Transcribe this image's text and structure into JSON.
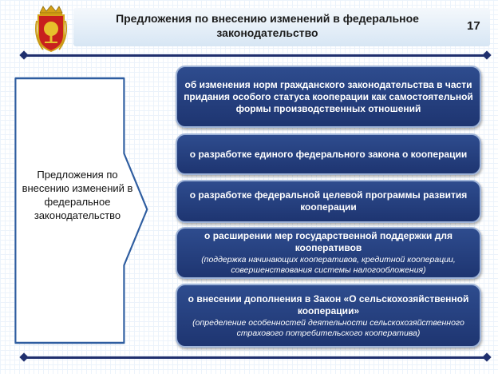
{
  "slide": {
    "title": "Предложения по внесению изменений в федеральное законодательство",
    "number": "17"
  },
  "left_panel": {
    "text": "Предложения по внесению изменений в федеральное законодательство"
  },
  "items": [
    {
      "main": "об изменения норм гражданского законодательства в части придания особого статуса кооперации как самостоятельной формы производственных отношений",
      "note": ""
    },
    {
      "main": "о разработке единого федерального закона о кооперации",
      "note": ""
    },
    {
      "main": "о разработке федеральной целевой программы развития кооперации",
      "note": ""
    },
    {
      "main": "о расширении мер государственной поддержки для кооперативов",
      "note": "(поддержка начинающих кооперативов, кредитной кооперации, совершенствования системы налогообложения)"
    },
    {
      "main": "о внесении дополнения в Закон «О сельскохозяйственной кооперации»",
      "note": "(определение особенностей деятельности сельскохозяйственного страхового потребительского кооператива)"
    }
  ],
  "colors": {
    "box_fill": "#1e3571",
    "box_border": "#9fb4d8",
    "rule": "#1f2f6e",
    "arrow_fill": "#ffffff",
    "arrow_border": "#2e5da0"
  },
  "icons": {
    "emblem": "regional-coat-of-arms-icon"
  }
}
